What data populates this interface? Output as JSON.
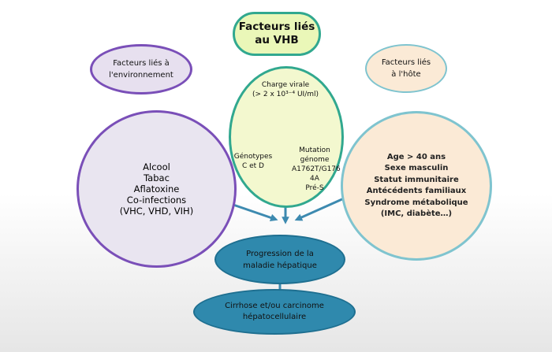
{
  "title": "Facteurs liés\nau VHB",
  "environment_factors": {
    "label": "Facteurs liés à\nl'environnement",
    "items_text": "Alcool\nTabac\nAflatoxine\nCo-infections\n(VHC, VHD, VIH)"
  },
  "host_factors": {
    "label": "Facteurs liés\nà l'hôte",
    "items_text": "Age > 40 ans\nSexe masculin\nStatut immunitaire\nAntécédents familiaux\nSyndrome métabolique\n(IMC, diabète…)"
  },
  "virus_factors": {
    "charge_virale": "Charge virale\n(> 2 x 10³⁻⁴ UI/ml)",
    "genotypes": "Génotypes\nC et D",
    "mutation": "Mutation\ngénome\nA1762T/G176\n4A\nPré-S"
  },
  "progression": "Progression de la\nmaladie hépatique",
  "outcome": "Cirrhose et/ou carcinome\nhépatocellulaire",
  "colors": {
    "purple_border": "#7a4fb8",
    "teal_border": "#31a88f",
    "light_blue_border": "#7fc4cf",
    "arrow_blue": "#3d8ab0",
    "outcome_fill": "#2f89ad"
  }
}
